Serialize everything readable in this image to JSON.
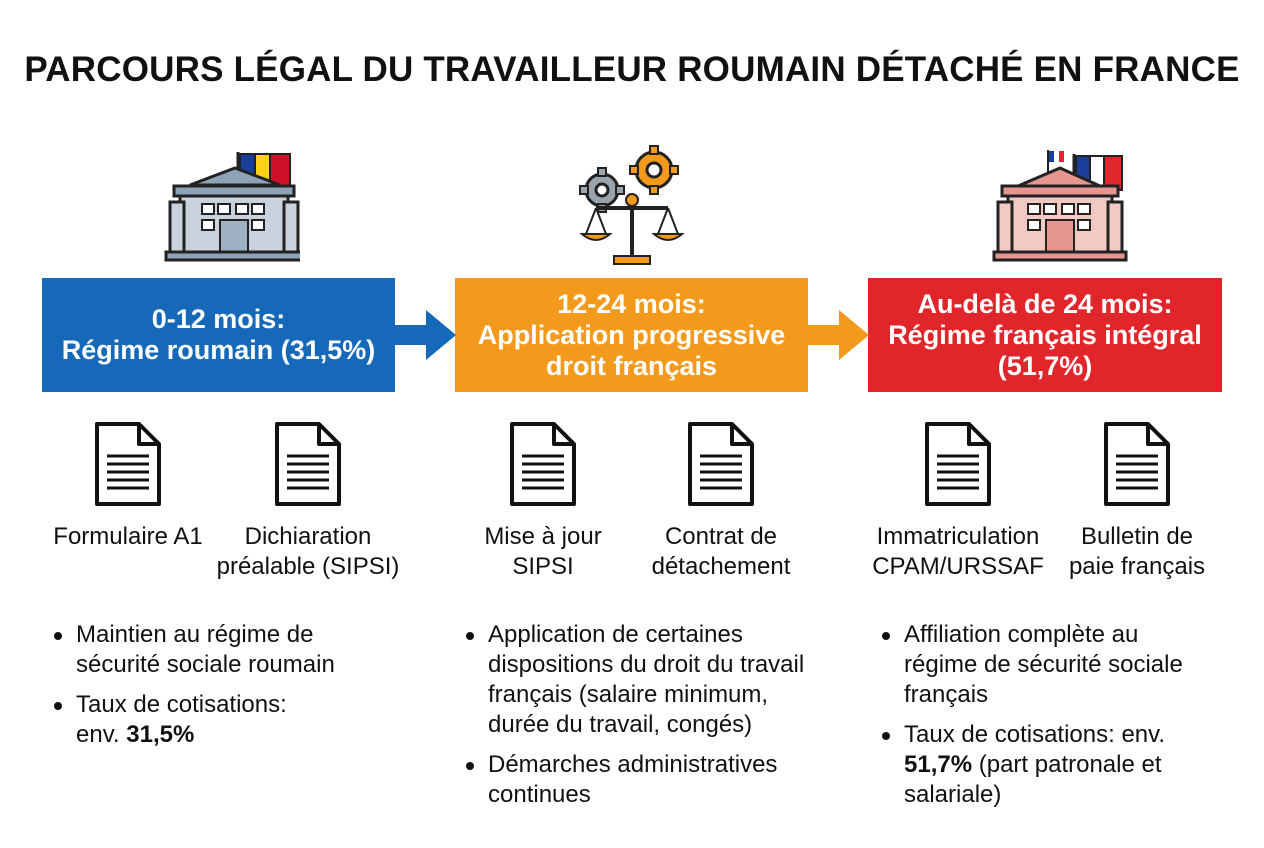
{
  "title": "PARCOURS LÉGAL DU TRAVAILLEUR ROUMAIN DÉTACHÉ EN FRANCE",
  "colors": {
    "blue": "#1669b8",
    "orange": "#f39a1c",
    "red": "#e1262b"
  },
  "icons": [
    "building-romania-flag-icon",
    "scales-gears-icon",
    "building-france-flag-icon",
    "document-icon"
  ],
  "stages": [
    {
      "lines": [
        "0-12 mois:",
        "Régime roumain (31,5%)"
      ],
      "docs": [
        {
          "lines": [
            "Formulaire A1"
          ]
        },
        {
          "lines": [
            "Dichiaration",
            "préalable (SIPSI)"
          ]
        }
      ],
      "bullets": [
        {
          "lines": [
            "Maintien au régime de",
            "sécurité sociale roumain"
          ]
        },
        {
          "lines": [
            "Taux de cotisations:",
            "env. "
          ],
          "bold": "31,5%"
        }
      ]
    },
    {
      "lines": [
        "12-24 mois:",
        "Application progressive",
        "droit français"
      ],
      "docs": [
        {
          "lines": [
            "Mise à jour",
            "SIPSI"
          ]
        },
        {
          "lines": [
            "Contrat de",
            "détachement"
          ]
        }
      ],
      "bullets": [
        {
          "lines": [
            "Application de certaines",
            "dispositions du droit du travail",
            "français (salaire minimum,",
            "durée du travail, congés)"
          ]
        },
        {
          "lines": [
            "Démarches administratives",
            "continues"
          ]
        }
      ]
    },
    {
      "lines": [
        "Au-delà de 24 mois:",
        "Régime français intégral",
        "(51,7%)"
      ],
      "docs": [
        {
          "lines": [
            "Immatriculation",
            "CPAM/URSSAF"
          ]
        },
        {
          "lines": [
            "Bulletin de",
            "paie français"
          ]
        }
      ],
      "bullets": [
        {
          "lines": [
            "Affiliation complète au",
            "régime de sécurité sociale",
            "français"
          ]
        },
        {
          "lines": [
            "Taux de cotisations: env."
          ],
          "bold": "51,7%",
          "after": " (part patronale et",
          "lines2": [
            "salariale)"
          ]
        }
      ]
    }
  ]
}
